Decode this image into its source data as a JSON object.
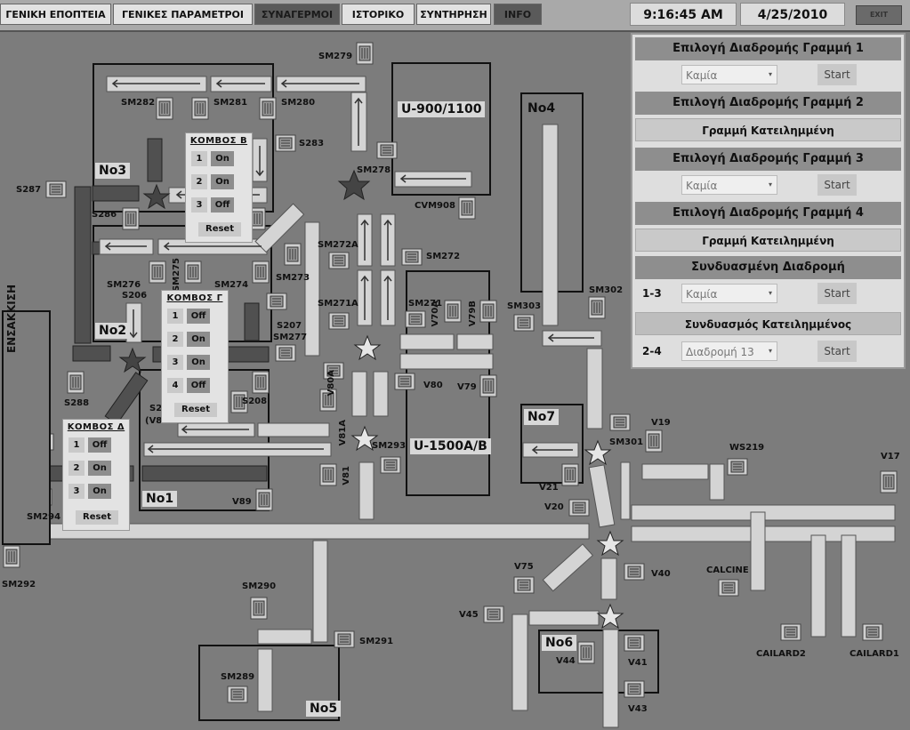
{
  "tabs": [
    "ΓΕΝΙΚΗ ΕΠΟΠΤΕΙΑ",
    "ΓΕΝΙΚΕΣ ΠΑΡΑΜΕΤΡΟΙ",
    "ΣΥΝΑΓΕΡΜΟΙ",
    "ΙΣΤΟΡΙΚΟ",
    "ΣΥΝΤΗΡΗΣΗ",
    "INFO"
  ],
  "clock": {
    "time": "9:16:45 AM",
    "date": "4/25/2010"
  },
  "exit_label": "EXIT",
  "areas": {
    "no1": "No1",
    "no2": "No2",
    "no3": "No3",
    "no4": "No4",
    "no5": "No5",
    "no6": "No6",
    "no7": "No7",
    "u900": "U-900/1100",
    "u1500": "U-1500A/B",
    "ensakkisi": "ΕΝΣΑΚΚΙΣΗ"
  },
  "knodes": {
    "b": {
      "title": "ΚΟΜΒΟΣ Β",
      "rows": [
        {
          "n": "1",
          "s": "On"
        },
        {
          "n": "2",
          "s": "On"
        },
        {
          "n": "3",
          "s": "Off"
        }
      ],
      "reset": "Reset"
    },
    "g": {
      "title": "ΚΟΜΒΟΣ Γ",
      "rows": [
        {
          "n": "1",
          "s": "Off"
        },
        {
          "n": "2",
          "s": "On"
        },
        {
          "n": "3",
          "s": "On"
        },
        {
          "n": "4",
          "s": "Off"
        }
      ],
      "reset": "Reset"
    },
    "d": {
      "title": "ΚΟΜΒΟΣ Δ",
      "rows": [
        {
          "n": "1",
          "s": "Off"
        },
        {
          "n": "2",
          "s": "On"
        },
        {
          "n": "3",
          "s": "On"
        }
      ],
      "reset": "Reset"
    }
  },
  "labels": {
    "sm279": "SM279",
    "sm282": "SM282",
    "sm281": "SM281",
    "sm280": "SM280",
    "s283": "S283",
    "s287": "S287",
    "s286": "S286",
    "sm278": "SM278",
    "cvm908": "CVM908",
    "sm272a": "SM272A",
    "sm272": "SM272",
    "sm276": "SM276",
    "sm275": "SM275",
    "sm274": "SM274",
    "sm273": "SM273",
    "s206": "S206",
    "sm271a": "SM271A",
    "sm271": "SM271",
    "s207": "S207",
    "sm277": "SM277",
    "v70a": "V70A",
    "v79b": "V79B",
    "sm303": "SM303",
    "sm302": "SM302",
    "s288": "S288",
    "s2": "S2",
    "v8": "(V8",
    "v81a": "V81A",
    "v80a": "V80A",
    "v80": "V80",
    "v79": "V79",
    "s208": "S208",
    "sm293": "SM293",
    "v81": "V81",
    "v19": "V19",
    "sm301": "SM301",
    "ws219": "WS219",
    "v17": "V17",
    "v89": "V89",
    "v21": "V21",
    "v20": "V20",
    "sm294": "SM294",
    "sm292": "SM292",
    "v75": "V75",
    "v40": "V40",
    "calcine": "CALCINE",
    "sm290": "SM290",
    "sm291": "SM291",
    "v45": "V45",
    "v44": "V44",
    "v41": "V41",
    "sm289": "SM289",
    "v43": "V43",
    "cailard2": "CAILARD2",
    "cailard1": "CAILARD1"
  },
  "panel": {
    "line1": {
      "title": "Επιλογή Διαδρομής Γραμμή 1",
      "select": "Καμία",
      "button": "Start"
    },
    "line2": {
      "title": "Επιλογή Διαδρομής Γραμμή 2",
      "status": "Γραμμή  Κατειλημμένη"
    },
    "line3": {
      "title": "Επιλογή Διαδρομής Γραμμή 3",
      "select": "Καμία",
      "button": "Start"
    },
    "line4": {
      "title": "Επιλογή Διαδρομής Γραμμή 4",
      "status": "Γραμμή Κατειλημμένη"
    },
    "combined": {
      "title": "Συνδυασμένη Διαδρομή",
      "num": "1-3",
      "select": "Καμία",
      "button": "Start"
    },
    "combo_busy": {
      "title": "Συνδυασμός Κατειλημμένος",
      "num": "2-4",
      "select": "Διαδρομή 13",
      "button": "Start"
    }
  }
}
